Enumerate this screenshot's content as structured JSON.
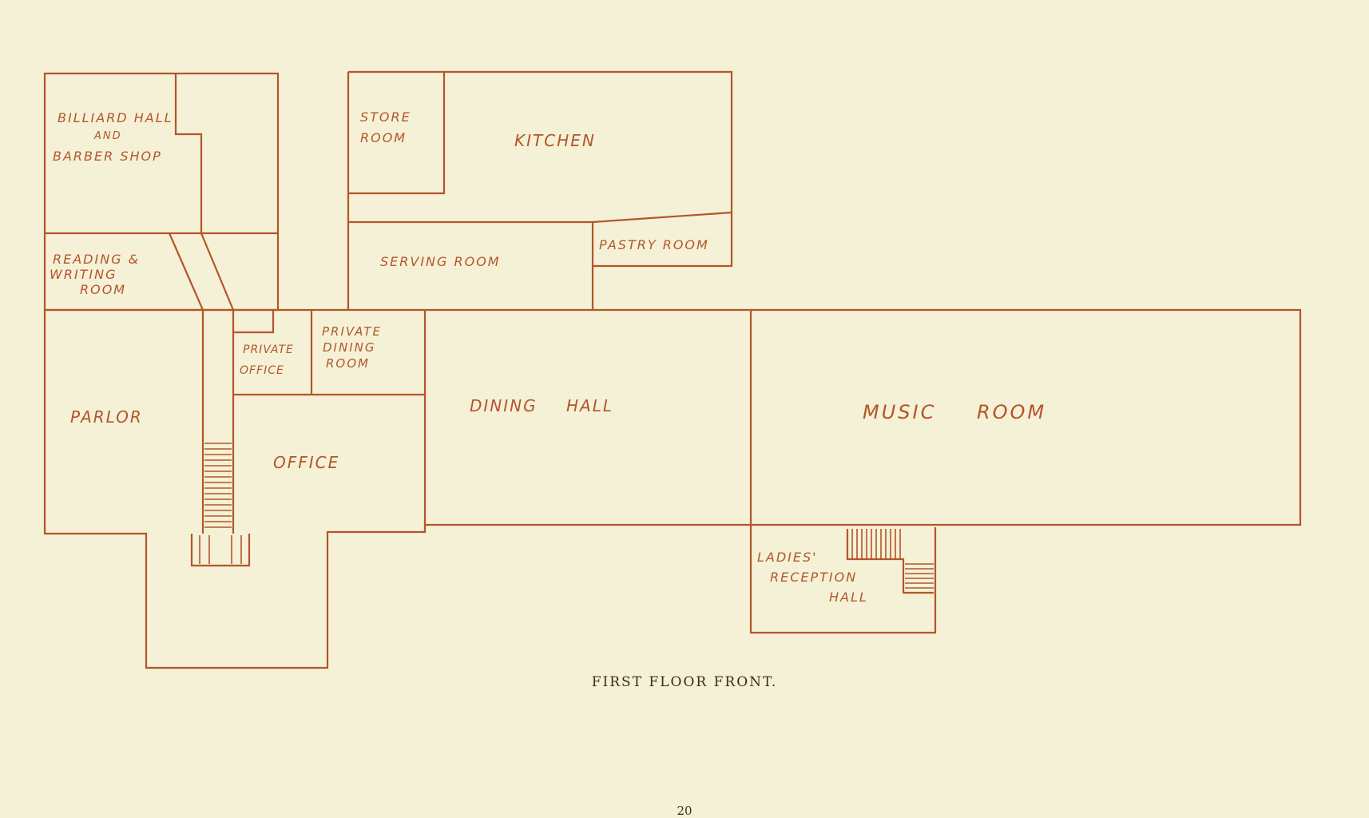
{
  "plan": {
    "caption": "FIRST FLOOR FRONT.",
    "page_number": "20",
    "wall_color": "#b4552b",
    "paper_color": "#f4f1d6",
    "rooms": {
      "billiard_hall_and_barber_shop": [
        "BILLIARD HALL",
        "AND",
        "BARBER SHOP"
      ],
      "store_room": [
        "STORE",
        "ROOM"
      ],
      "kitchen": "KITCHEN",
      "pastry_room": "PASTRY ROOM",
      "serving_room": "SERVING ROOM",
      "reading_writing_room": [
        "READING &",
        "WRITING",
        "ROOM"
      ],
      "private_office": [
        "PRIVATE",
        "OFFICE"
      ],
      "private_dining_room": [
        "PRIVATE",
        "DINING",
        "ROOM"
      ],
      "parlor": "PARLOR",
      "office": "OFFICE",
      "dining_hall": "DINING HALL",
      "music_room": "MUSIC ROOM",
      "ladies_reception_hall": [
        "LADIES'",
        "RECEPTION",
        "HALL"
      ]
    }
  }
}
